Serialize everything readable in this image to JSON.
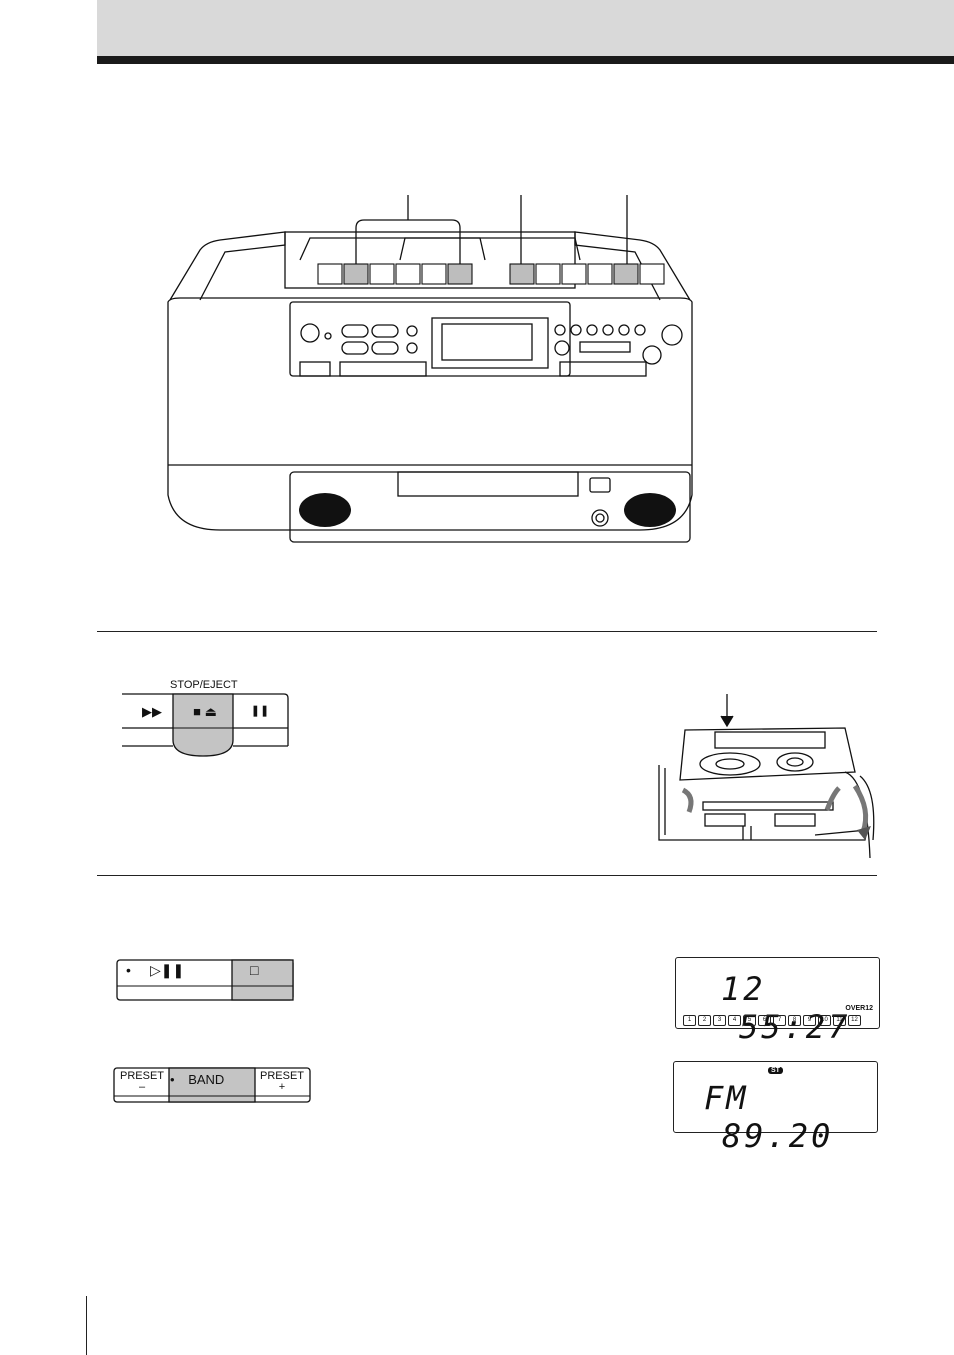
{
  "stop_eject_panel": {
    "label": "STOP/EJECT",
    "buttons": [
      {
        "name": "fast-forward",
        "glyph": "▶▶"
      },
      {
        "name": "stop-eject",
        "glyph": "■ ⏏"
      },
      {
        "name": "pause",
        "glyph": "❚❚"
      }
    ]
  },
  "play_panel": {
    "dot": "•",
    "play_pause_glyph": "▷❚❚",
    "stop_glyph": "□"
  },
  "tuner_panel": {
    "preset_minus": {
      "label": "PRESET",
      "sign": "–"
    },
    "band": {
      "dot": "•",
      "label": "BAND"
    },
    "preset_plus": {
      "label": "PRESET",
      "sign": "+"
    }
  },
  "cd_display": {
    "track": "12",
    "time": "55:27",
    "over_label": "OVER12",
    "track_numbers": [
      "1",
      "2",
      "3",
      "4",
      "5",
      "6",
      "7",
      "8",
      "9",
      "10",
      "11",
      "12"
    ]
  },
  "tuner_display": {
    "stereo_badge": "ST",
    "band": "FM",
    "frequency": "89.20"
  }
}
